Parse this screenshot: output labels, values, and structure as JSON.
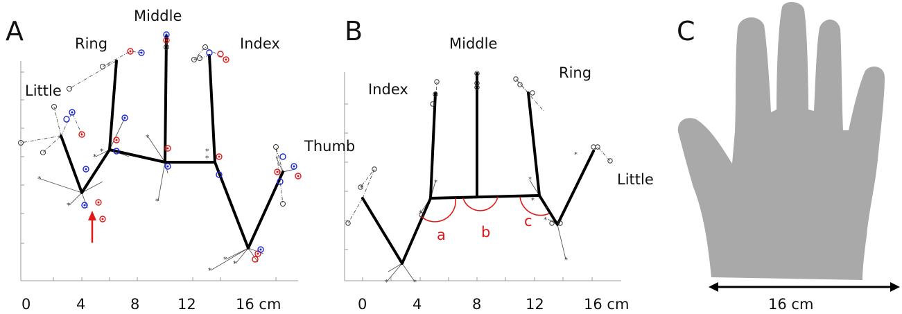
{
  "panels": [
    {
      "letter": "A",
      "fingers": [
        "Little",
        "Ring",
        "Middle",
        "Index"
      ],
      "x_ticks": [
        "0",
        "4",
        "8",
        "12",
        "16 cm"
      ]
    },
    {
      "letter": "B",
      "fingers": [
        "Thumb",
        "Index",
        "Middle",
        "Ring",
        "Little"
      ],
      "x_ticks": [
        "0",
        "4",
        "8",
        "12",
        "16 cm"
      ],
      "angles": [
        "a",
        "b",
        "c"
      ]
    },
    {
      "letter": "C",
      "scale": "16 cm"
    }
  ],
  "colors": {
    "bone": "#000000",
    "marker_red": "#e01818",
    "marker_blue": "#1a28d8",
    "hand": "#a9a9a9",
    "arrow": "#e01818"
  }
}
